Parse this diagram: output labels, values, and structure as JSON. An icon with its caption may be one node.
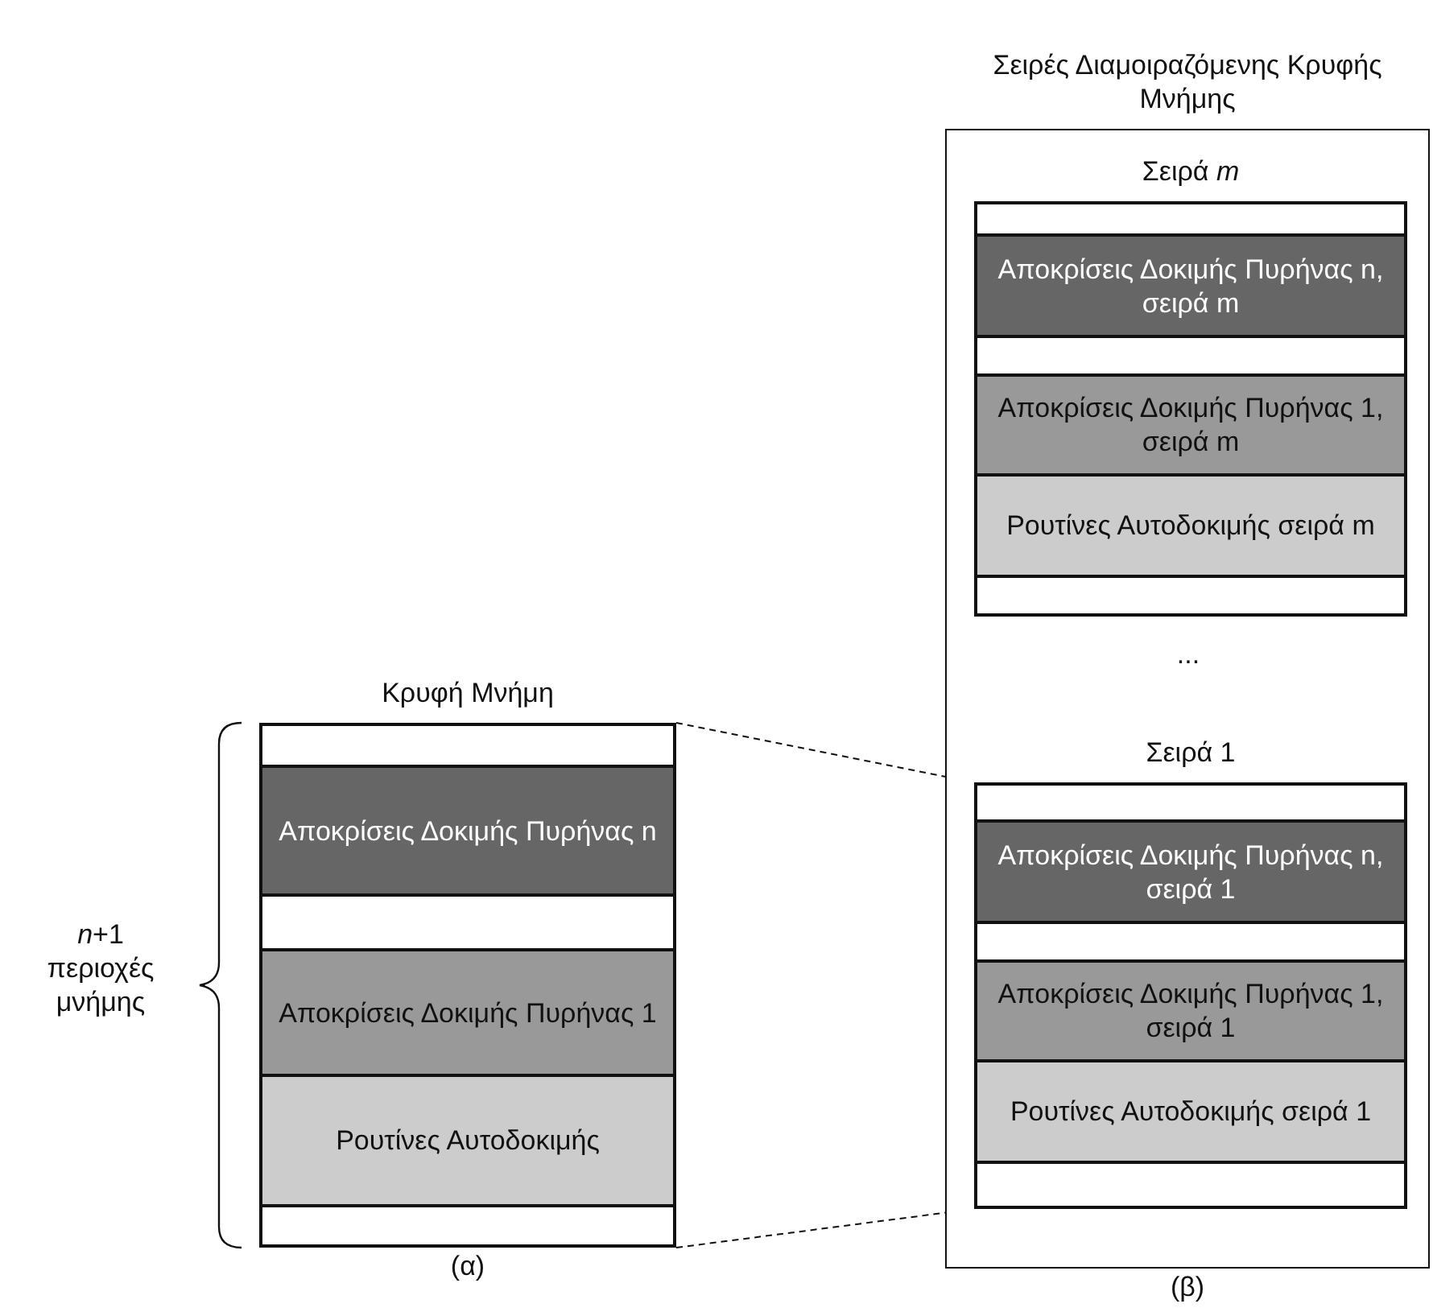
{
  "diagram": {
    "nodes": [
      {
        "text": [
          "Κρυφή Μνήμη"
        ],
        "beside": [
          "(α)"
        ]
      },
      {
        "text": [],
        "shape": "box",
        "in": 0
      },
      {
        "text": [
          "Αποκρίσεις Δοκιμής Πυρήνας n"
        ],
        "in": 0
      },
      {
        "text": [],
        "shape": "box",
        "in": 0
      },
      {
        "text": [
          "Αποκρίσεις Δοκιμής Πυρήνας 1"
        ],
        "in": 0
      },
      {
        "text": [
          "Ρουτίνες Αυτοδοκιμής"
        ],
        "in": 0
      },
      {
        "text": [],
        "shape": "box",
        "in": 0
      },
      {
        "text": [
          "Σειρές Διαμοιραζόμενης Κρυφής Μνήμης"
        ],
        "beside": [
          "(β)"
        ]
      },
      {
        "text": [
          "Σειρά *m*"
        ],
        "in": 7
      },
      {
        "text": [],
        "shape": "box",
        "in": 8
      },
      {
        "text": [
          "Αποκρίσεις Δοκιμής Πυρήνας n, σειρά m"
        ],
        "in": 8
      },
      {
        "text": [],
        "shape": "box",
        "in": 8
      },
      {
        "text": [
          "Αποκρίσεις Δοκιμής Πυρήνας 1, σειρά m"
        ],
        "in": 8
      },
      {
        "text": [
          "Ρουτίνες Αυτοδοκιμής σειρά m"
        ],
        "in": 8
      },
      {
        "text": [],
        "shape": "box",
        "in": 8
      },
      {
        "text": [
          "Σειρά 1"
        ],
        "in": 7
      },
      {
        "text": [],
        "shape": "box",
        "in": 15
      },
      {
        "text": [
          "Αποκρίσεις Δοκιμής Πυρήνας n, σειρά 1"
        ],
        "in": 15
      },
      {
        "text": [],
        "shape": "box",
        "in": 15
      },
      {
        "text": [
          "Αποκρίσεις Δοκιμής Πυρήνας 1, σειρά 1"
        ],
        "in": 15
      },
      {
        "text": [
          "Ρουτίνες Αυτοδοκιμής σειρά 1"
        ],
        "in": 15
      },
      {
        "text": [],
        "shape": "box",
        "in": 15
      }
    ],
    "edges": [
      {
        "from": 0,
        "to": 15,
        "arrow": "none",
        "style": "dashed"
      },
      {
        "from": 0,
        "to": 15,
        "arrow": "none",
        "style": "dashed"
      }
    ],
    "labels": [
      "*n*+1 περιοχές μνήμης",
      "..."
    ]
  }
}
